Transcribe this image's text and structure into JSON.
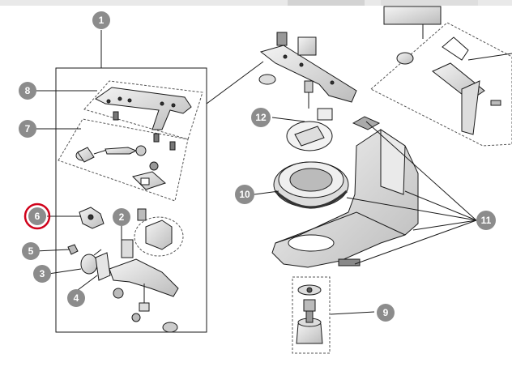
{
  "diagram": {
    "callouts": [
      {
        "id": "c1",
        "label": "1"
      },
      {
        "id": "c2",
        "label": "2"
      },
      {
        "id": "c3",
        "label": "3"
      },
      {
        "id": "c4",
        "label": "4"
      },
      {
        "id": "c5",
        "label": "5"
      },
      {
        "id": "c6",
        "label": "6",
        "highlighted": true
      },
      {
        "id": "c7",
        "label": "7"
      },
      {
        "id": "c8",
        "label": "8"
      },
      {
        "id": "c9",
        "label": "9"
      },
      {
        "id": "c10",
        "label": "10"
      },
      {
        "id": "c11",
        "label": "11"
      },
      {
        "id": "c12",
        "label": "12"
      }
    ],
    "colors": {
      "callout_fill": "#8c8c8c",
      "highlight_ring": "#d0021b",
      "line": "#1a1a1a",
      "dashed_box": "#555555"
    }
  }
}
